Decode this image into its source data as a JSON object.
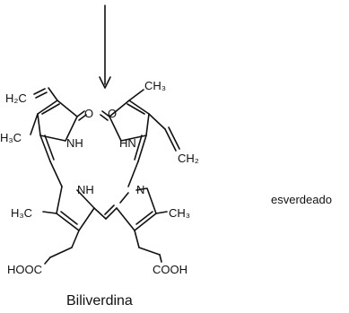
{
  "molecule": {
    "name": "Biliverdina",
    "color_note": "esverdeado",
    "labels": {
      "vinyl_left": "H₂C",
      "methyl_left": "H₃C",
      "methyl_top_right": "CH₃",
      "vinyl_right": "CH₂",
      "nh_a": "NH",
      "hn_d": "HN",
      "nh_b": "NH",
      "n_c": "N",
      "methyl_lower_left": "H₃C",
      "methyl_lower_right": "CH₃",
      "acid_left": "HOOC",
      "acid_right": "COOH",
      "oxygen_left": "O",
      "oxygen_right": "O"
    }
  },
  "colors": {
    "ink": "#111111",
    "background": "#ffffff"
  }
}
